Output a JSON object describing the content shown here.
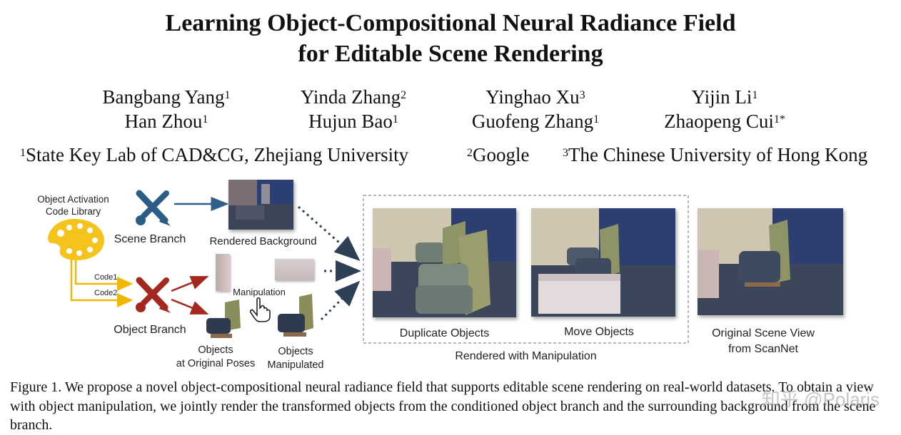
{
  "title": {
    "line1": "Learning Object-Compositional Neural Radiance Field",
    "line2": "for Editable Scene Rendering"
  },
  "authors": [
    {
      "name": "Bangbang Yang",
      "sup": "1"
    },
    {
      "name": "Yinda Zhang",
      "sup": "2"
    },
    {
      "name": "Yinghao Xu",
      "sup": "3"
    },
    {
      "name": "Yijin Li",
      "sup": "1"
    },
    {
      "name": "Han Zhou",
      "sup": "1"
    },
    {
      "name": "Hujun Bao",
      "sup": "1"
    },
    {
      "name": "Guofeng Zhang",
      "sup": "1"
    },
    {
      "name": "Zhaopeng Cui",
      "sup": "1*"
    }
  ],
  "affiliations": [
    {
      "sup": "1",
      "text": "State Key Lab of CAD&CG, Zhejiang University"
    },
    {
      "sup": "2",
      "text": "Google"
    },
    {
      "sup": "3",
      "text": "The Chinese University of Hong Kong"
    }
  ],
  "figure": {
    "code_library": "Object Activation\nCode Library",
    "scene_branch": "Scene Branch",
    "object_branch": "Object Branch",
    "code1": "Code1",
    "code2": "Code2",
    "rendered_background": "Rendered Background",
    "manipulation": "Manipulation",
    "objects_original": "Objects\nat Original Poses",
    "objects_manipulated": "Objects\nManipulated",
    "duplicate_objects": "Duplicate Objects",
    "move_objects": "Move Objects",
    "rendered_with_manipulation": "Rendered with Manipulation",
    "original_scene_view": "Original Scene View\nfrom ScanNet",
    "colors": {
      "scene_arrow": "#2f5f8a",
      "object_arrow": "#a5281e",
      "code_line": "#f2b705",
      "palette": "#f6c21c",
      "wall": "#2c3f73"
    }
  },
  "caption": "Figure 1.  We propose a novel object-compositional neural radiance field that supports editable scene rendering on real-world datasets. To obtain a view with object manipulation, we jointly render the transformed objects from the conditioned object branch and the surrounding background from the scene branch.",
  "watermark": "知乎 @Polaris"
}
